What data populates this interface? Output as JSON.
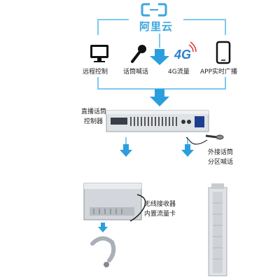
{
  "header": {
    "brand": "阿里云"
  },
  "top_items": [
    {
      "label": "远程控制",
      "icon": "monitor-icon"
    },
    {
      "label": "话筒喊话",
      "icon": "microphone-icon"
    },
    {
      "label": "4G流量",
      "icon": "4g-icon",
      "badge": "4G"
    },
    {
      "label": "APP实时广播",
      "icon": "smartphone-icon"
    }
  ],
  "controller": {
    "label_line1": "直播话筒",
    "label_line2": "控制器"
  },
  "external": {
    "label_line1": "外接话筒",
    "label_line2": "分区喊话"
  },
  "receiver": {
    "label_line1": "无线接收器",
    "label_line2": "内置流量卡"
  },
  "colors": {
    "accent": "#3ba7e0",
    "line": "#7fc8ee",
    "text": "#222222"
  }
}
